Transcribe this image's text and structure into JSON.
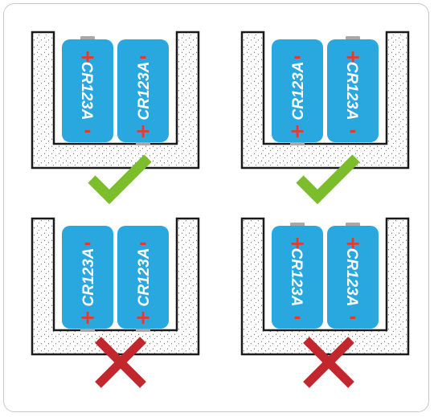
{
  "battery": {
    "model": "CR123A",
    "plus": "+",
    "minus": "-"
  },
  "colors": {
    "battery_fill": "#29a8e0",
    "battery_text": "#ffffff",
    "plus_mark": "#e8392b",
    "minus_mark": "#e8392b",
    "terminal": "#a8a8a8",
    "compartment_stroke": "#1a1a1a",
    "check": "#7bbd2b",
    "cross": "#c1272d"
  },
  "panels": [
    {
      "verdict": "correct",
      "verdict_icon": "check-icon",
      "batteries": [
        {
          "model": "CR123A",
          "orientation": "plus-top"
        },
        {
          "model": "CR123A",
          "orientation": "plus-bottom"
        }
      ]
    },
    {
      "verdict": "correct",
      "verdict_icon": "check-icon",
      "batteries": [
        {
          "model": "CR123A",
          "orientation": "plus-bottom"
        },
        {
          "model": "CR123A",
          "orientation": "plus-top"
        }
      ]
    },
    {
      "verdict": "incorrect",
      "verdict_icon": "cross-icon",
      "batteries": [
        {
          "model": "CR123A",
          "orientation": "plus-bottom"
        },
        {
          "model": "CR123A",
          "orientation": "plus-bottom"
        }
      ]
    },
    {
      "verdict": "incorrect",
      "verdict_icon": "cross-icon",
      "batteries": [
        {
          "model": "CR123A",
          "orientation": "plus-top"
        },
        {
          "model": "CR123A",
          "orientation": "plus-top"
        }
      ]
    }
  ]
}
